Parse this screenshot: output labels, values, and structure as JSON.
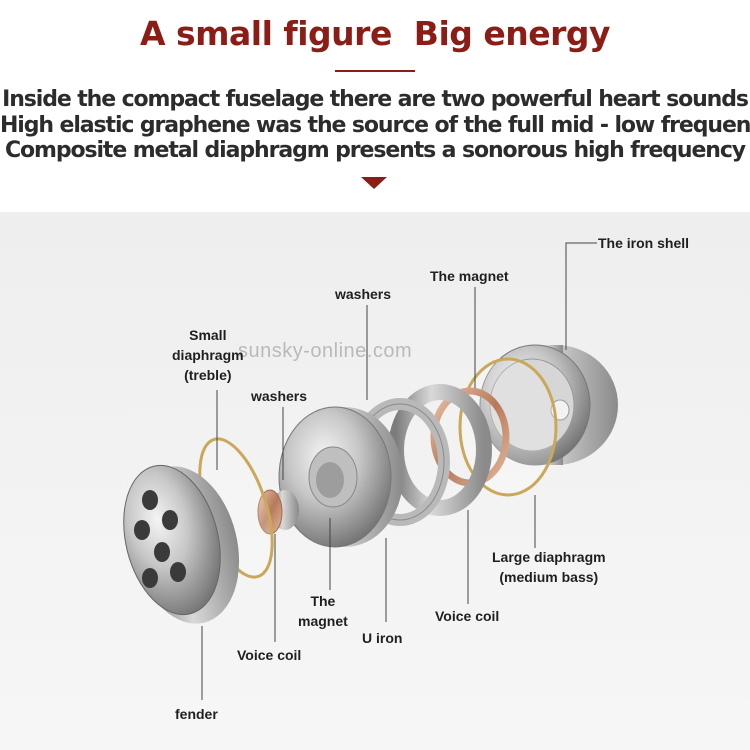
{
  "header": {
    "title": "A small figure  Big energy",
    "lines": [
      "Inside the compact fuselage there are two powerful heart sounds",
      "High elastic graphene was the source of the full mid - low frequency",
      "Composite metal diaphragm presents a sonorous high frequency"
    ]
  },
  "diagram": {
    "labels": {
      "iron_shell": "The iron shell",
      "magnet_top": "The magnet",
      "washers_top": "washers",
      "small_diaphragm": "Small\ndiaphragm\n(treble)",
      "washers_left": "washers",
      "large_diaphragm": "Large diaphragm\n(medium bass)",
      "magnet_bottom": "The\nmagnet",
      "u_iron": "U iron",
      "voice_coil_right": "Voice coil",
      "voice_coil_left": "Voice coil",
      "fender": "fender"
    },
    "watermark": "sunsky-online.com"
  },
  "colors": {
    "title": "#8b1d16",
    "text": "#2c2c2c",
    "panel": "#eeeeee"
  }
}
